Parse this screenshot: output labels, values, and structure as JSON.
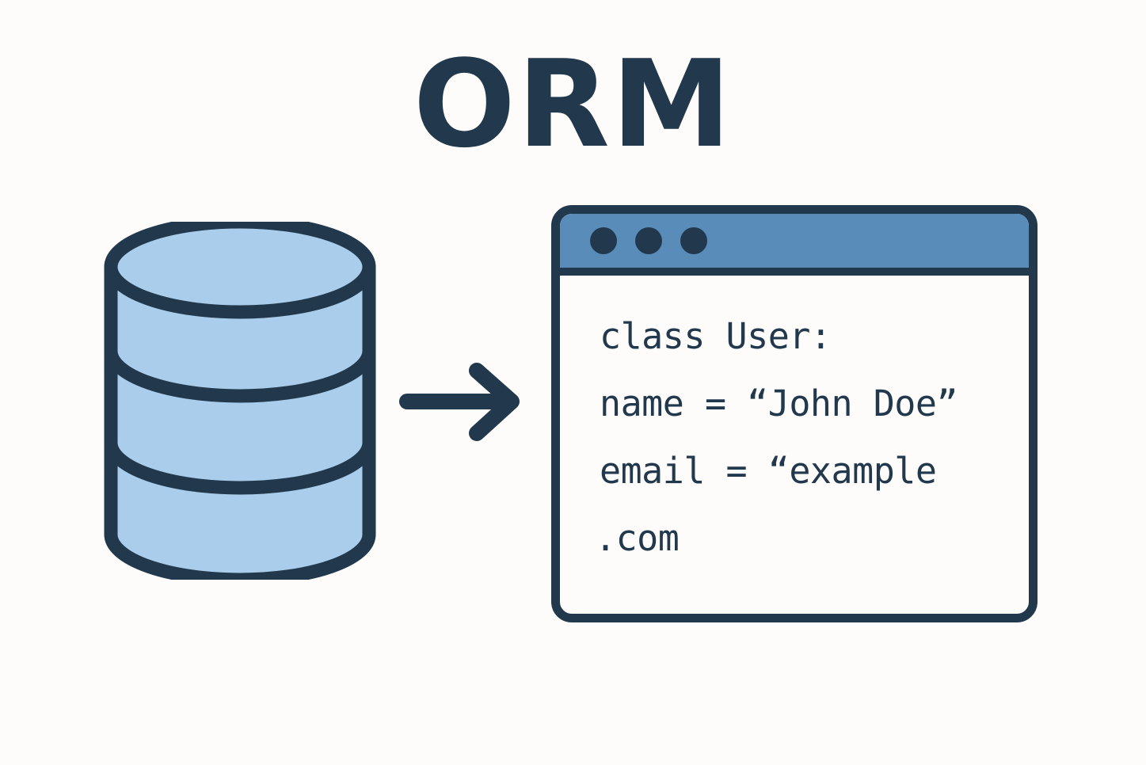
{
  "page": {
    "title": "ORM",
    "background_color": "#fdfcfa",
    "ink_color": "#22384c",
    "accent_blue": "#5a8cba",
    "database_fill": "#a9cdea"
  },
  "diagram": {
    "source": {
      "icon": "database-cylinder-icon",
      "label": "Database",
      "band_count": 3
    },
    "connector": {
      "icon": "arrow-right-icon",
      "direction": "right"
    },
    "target": {
      "icon": "code-window-icon",
      "label": "Code window"
    }
  },
  "window": {
    "titlebar": {
      "dots": [
        {
          "name": "window-dot-1",
          "color": "#22384c"
        },
        {
          "name": "window-dot-2",
          "color": "#22384c"
        },
        {
          "name": "window-dot-3",
          "color": "#22384c"
        }
      ]
    },
    "code_lines": [
      "class User:",
      "name = “John Doe”",
      "email = “example",
      ".com"
    ]
  }
}
